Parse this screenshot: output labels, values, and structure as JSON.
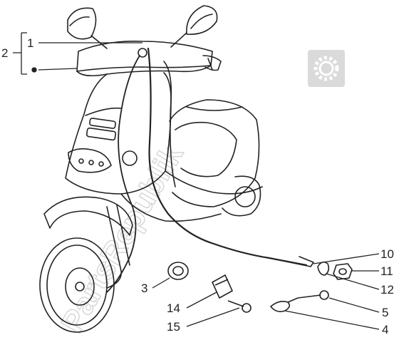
{
  "watermark": {
    "text": "PartsRepublik",
    "icon": "gear-icon",
    "color": "#c9c9c9"
  },
  "parts": [
    {
      "number": "1"
    },
    {
      "number": "2"
    },
    {
      "number": "3"
    },
    {
      "number": "4"
    },
    {
      "number": "5"
    },
    {
      "number": "10"
    },
    {
      "number": "11"
    },
    {
      "number": "12"
    },
    {
      "number": "14"
    },
    {
      "number": "15"
    }
  ],
  "colors": {
    "line": "#222222",
    "background": "#ffffff"
  }
}
